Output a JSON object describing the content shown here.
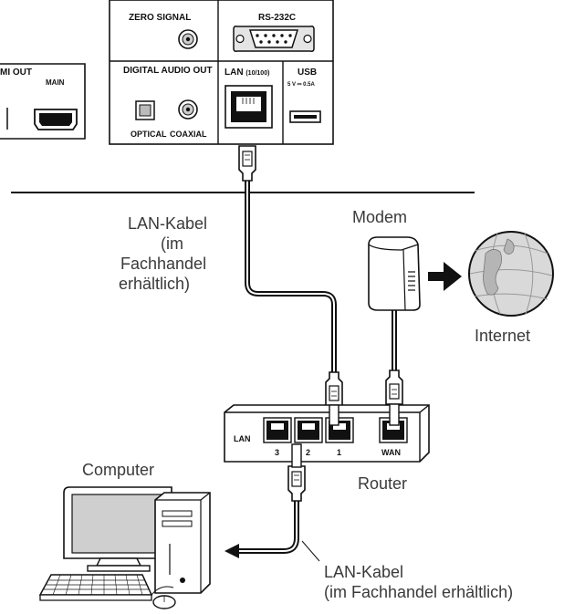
{
  "panel": {
    "zero_signal": "ZERO SIGNAL",
    "rs232c": "RS-232C",
    "hdmi_out": "MI OUT",
    "hdmi_main": "MAIN",
    "digital_audio_out": "DIGITAL AUDIO OUT",
    "optical": "OPTICAL",
    "coaxial": "COAXIAL",
    "lan_port": "LAN",
    "lan_speed": "(10/100)",
    "usb": "USB",
    "usb_rating": "5 V ⎓ 0.5A"
  },
  "labels": {
    "lan_cable_1": [
      "LAN-Kabel",
      "(im",
      "Fachhandel",
      "erhältlich)"
    ],
    "modem": "Modem",
    "internet": "Internet",
    "router": "Router",
    "computer": "Computer",
    "lan_cable_2": [
      "LAN-Kabel",
      "(im Fachhandel erhältlich)"
    ]
  },
  "router": {
    "lan_label": "LAN",
    "ports": [
      "3",
      "2",
      "1"
    ],
    "wan_label": "WAN"
  }
}
